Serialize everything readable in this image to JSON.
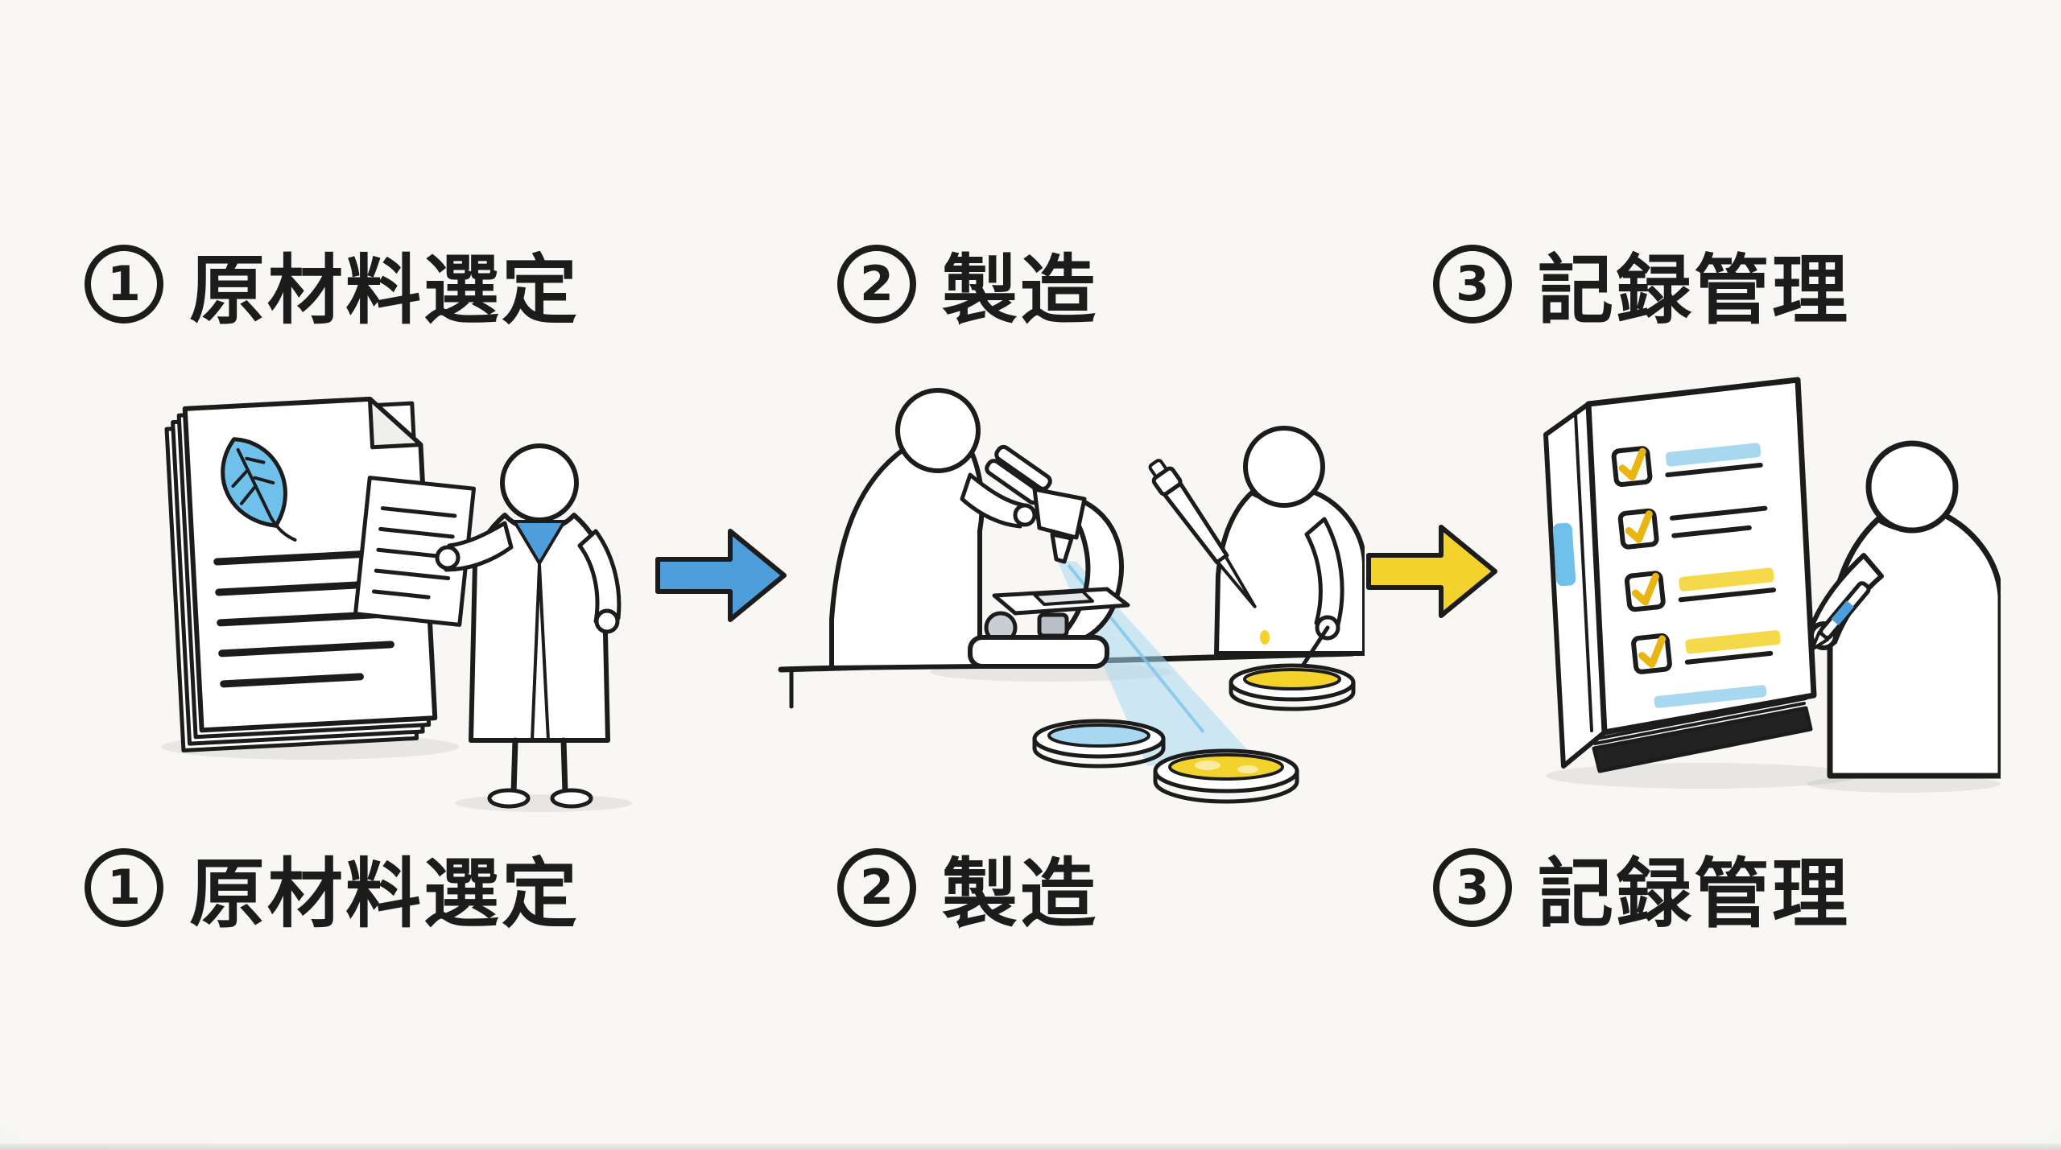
{
  "background": {
    "color": "#f6f5f2"
  },
  "palette": {
    "ink": "#1c1c1c",
    "blue": "#4d9edb",
    "light_blue": "#a8d8f0",
    "leaf_blue": "#6fc0ea",
    "yellow": "#f3d22b",
    "light_yellow": "#f9eca2",
    "check_yellow": "#e9b611",
    "paper": "#ffffff"
  },
  "steps": [
    {
      "number": "1",
      "label": "原材料選定",
      "illustration": "document-stack-leaf-scientist"
    },
    {
      "number": "2",
      "label": "製造",
      "illustration": "microscope-petri-dishes-technicians"
    },
    {
      "number": "3",
      "label": "記録管理",
      "illustration": "binder-checklist-writer"
    }
  ],
  "arrows": [
    {
      "from": "1",
      "to": "2",
      "color": "#4d9edb"
    },
    {
      "from": "2",
      "to": "3",
      "color": "#f3d22b"
    }
  ],
  "icons": {
    "leaf": "leaf-icon",
    "documents": "document-stack-icon",
    "microscope": "microscope-icon",
    "petri_dish": "petri-dish-icon",
    "micropipette": "micropipette-icon",
    "binder": "ring-binder-icon",
    "checklist": "checklist-icon",
    "pen": "pen-icon"
  }
}
